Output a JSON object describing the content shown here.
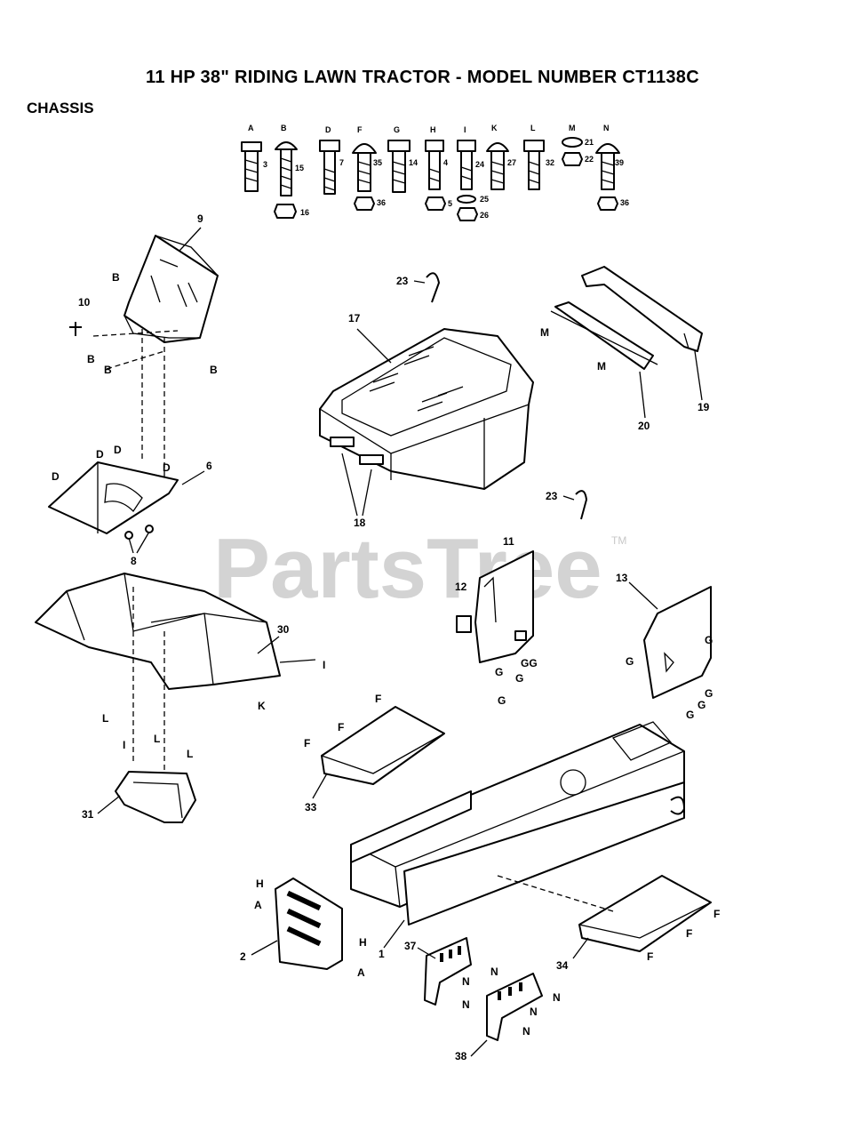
{
  "title": "11 HP 38\" RIDING LAWN TRACTOR - MODEL NUMBER CT1138C",
  "section": "CHASSIS",
  "watermark": "PartsTree",
  "watermark_tm": "TM",
  "hardware": {
    "A": {
      "letter": "A",
      "num": "3"
    },
    "B": {
      "letter": "B",
      "num": "15",
      "nut": "16"
    },
    "D": {
      "letter": "D",
      "num": "7"
    },
    "F": {
      "letter": "F",
      "num": "35",
      "nut": "36"
    },
    "G": {
      "letter": "G",
      "num": "14"
    },
    "H": {
      "letter": "H",
      "num": "4",
      "nut": "5"
    },
    "I": {
      "letter": "I",
      "num": "24",
      "washer": "25",
      "nut": "26"
    },
    "K": {
      "letter": "K",
      "num": "27"
    },
    "L": {
      "letter": "L",
      "num": "32"
    },
    "M": {
      "letter": "M",
      "washer": "21",
      "nut": "22"
    },
    "N": {
      "letter": "N",
      "num": "39",
      "nut": "36"
    }
  },
  "callouts": {
    "c1": "1",
    "c2": "2",
    "c6": "6",
    "c8": "8",
    "c9": "9",
    "c10": "10",
    "c11": "11",
    "c12": "12",
    "c13": "13",
    "c17": "17",
    "c18": "18",
    "c19": "19",
    "c20": "20",
    "c23a": "23",
    "c23b": "23",
    "c30": "30",
    "c31": "31",
    "c33": "33",
    "c34": "34",
    "c37": "37",
    "c38": "38"
  },
  "letters": {
    "B": "B",
    "D": "D",
    "F": "F",
    "G": "G",
    "GG": "GG",
    "H": "H",
    "I": "I",
    "A": "A",
    "K": "K",
    "L": "L",
    "M": "M",
    "N": "N"
  }
}
